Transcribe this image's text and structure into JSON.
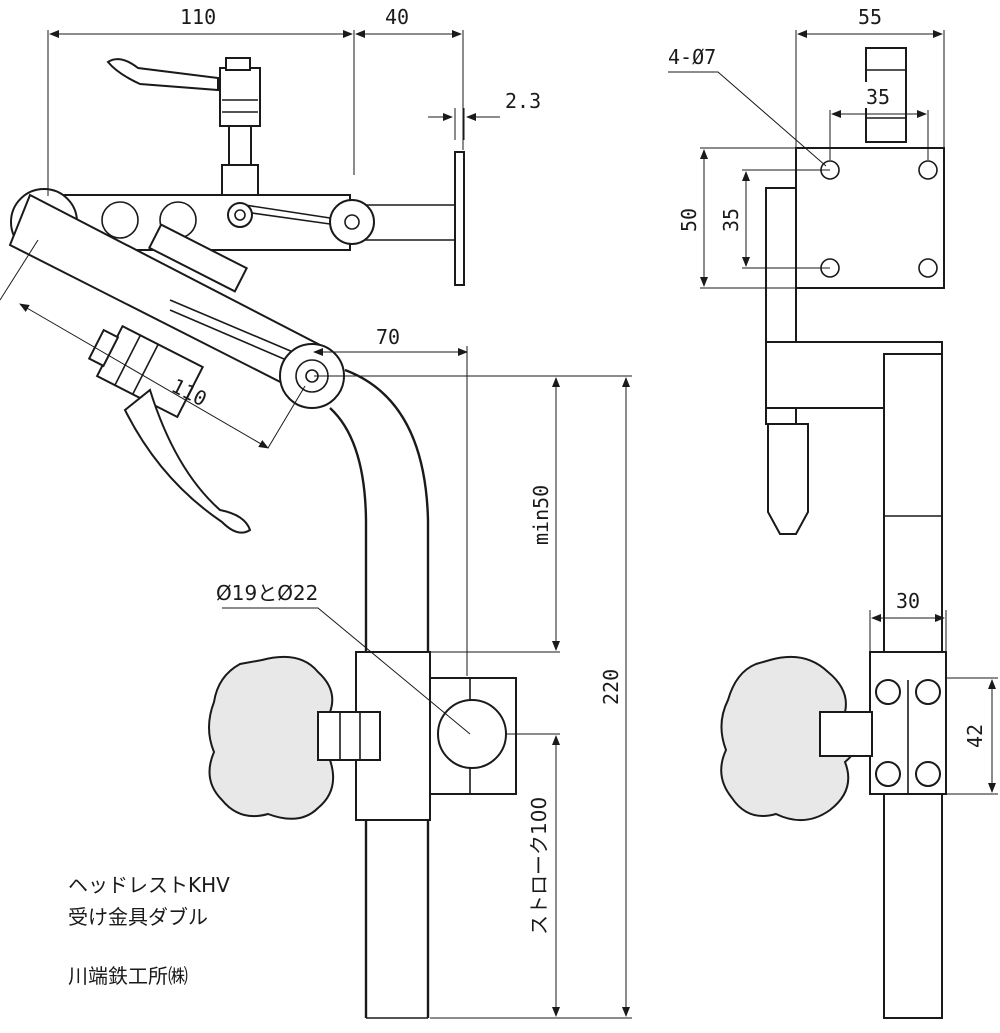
{
  "dimensions": {
    "top_110": "110",
    "top_40": "40",
    "thickness": "2.3",
    "arm_110": "110",
    "offset_70": "70",
    "min_50": "min50",
    "height_220": "220",
    "stroke_100": "ストローク100",
    "bore": "Ø19とØ22",
    "width_55": "55",
    "hole_pitch_35": "35",
    "holes": "4-Ø7",
    "plate_50": "50",
    "plate_35": "35",
    "clamp_30": "30",
    "clamp_42": "42"
  },
  "title_block": {
    "line1": "ヘッドレストKHV",
    "line2": "受け金具ダブル",
    "maker": "川端鉄工所㈱"
  },
  "colors": {
    "line": "#1a1a1a",
    "background": "#ffffff"
  }
}
